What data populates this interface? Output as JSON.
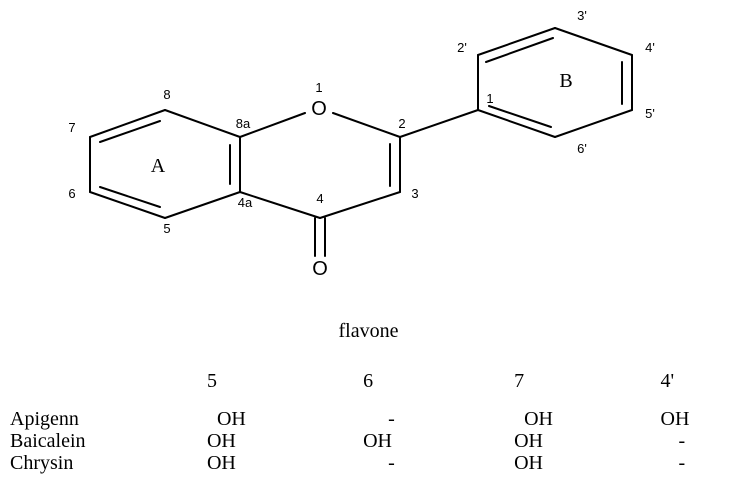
{
  "structure": {
    "atoms": {
      "ring_oxygen": "O",
      "carbonyl_oxygen": "O"
    },
    "ring_labels": {
      "ring_a": "A",
      "ring_b": "B"
    },
    "positions": {
      "p1": "1",
      "p2": "2",
      "p3": "3",
      "p4": "4",
      "p4a": "4a",
      "p5": "5",
      "p6": "6",
      "p7": "7",
      "p8": "8",
      "p8a": "8a",
      "pb1": "1",
      "p2p": "2'",
      "p3p": "3'",
      "p4p": "4'",
      "p5p": "5'",
      "p6p": "6'"
    }
  },
  "caption": "flavone",
  "table": {
    "columns": [
      "5",
      "6",
      "7",
      "4'"
    ],
    "rows": [
      {
        "name": "Apigenn",
        "values": [
          "OH",
          "-",
          "OH",
          "OH"
        ]
      },
      {
        "name": "Baicalein",
        "values": [
          "OH",
          "OH",
          "OH",
          "-"
        ]
      },
      {
        "name": "Chrysin",
        "values": [
          "OH",
          "-",
          "OH",
          "-"
        ]
      }
    ]
  }
}
